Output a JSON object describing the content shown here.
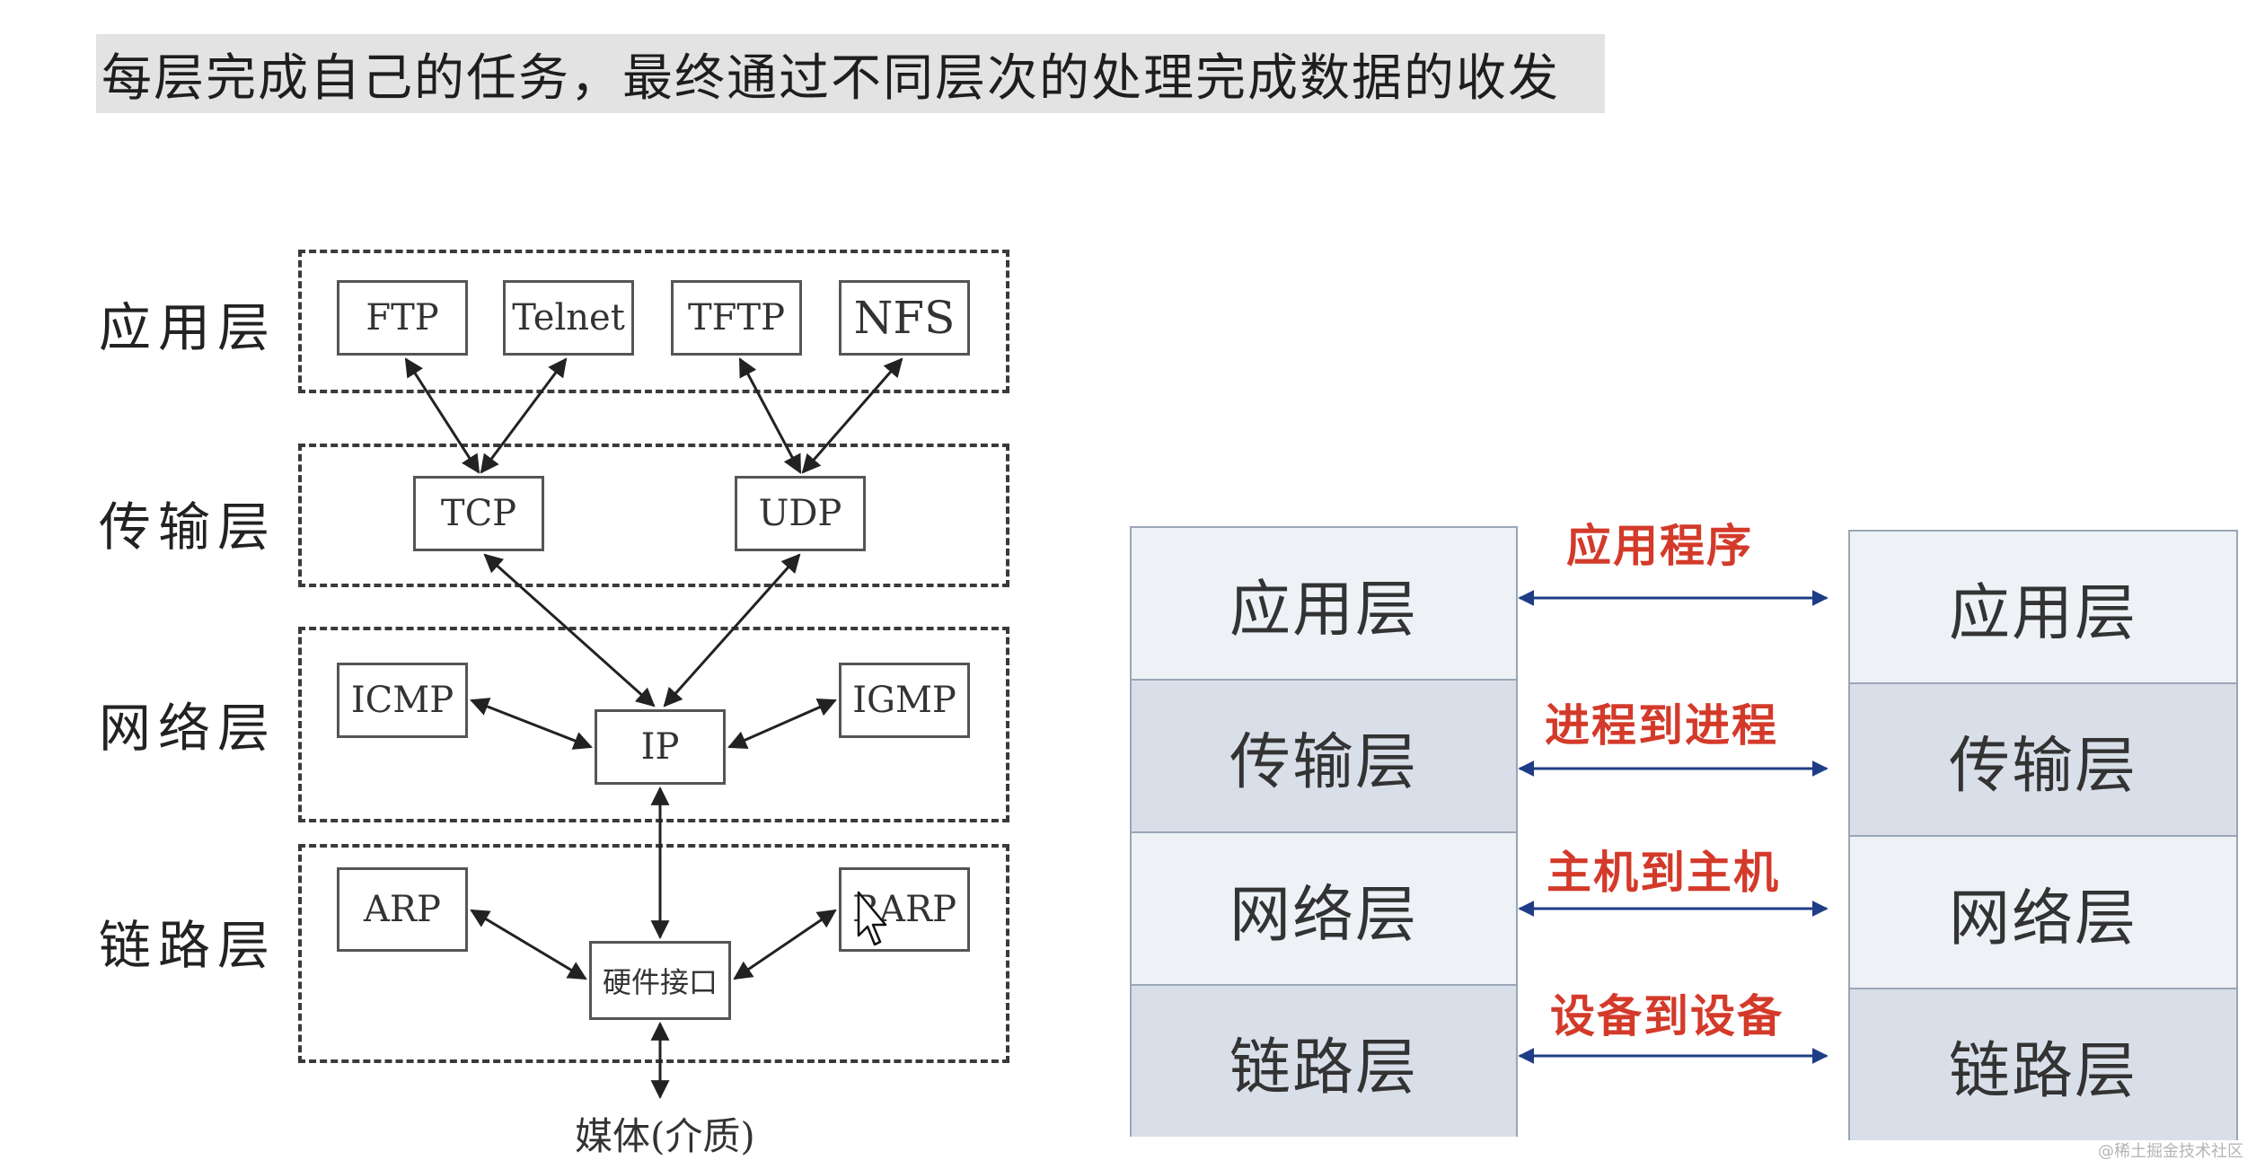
{
  "heading": "每层完成自己的任务，最终通过不同层次的处理完成数据的收发",
  "left_diagram": {
    "layers": [
      {
        "label": "应用层"
      },
      {
        "label": "传输层"
      },
      {
        "label": "网络层"
      },
      {
        "label": "链路层"
      }
    ],
    "protocols": {
      "ftp": "FTP",
      "telnet": "Telnet",
      "tftp": "TFTP",
      "nfs": "NFS",
      "tcp": "TCP",
      "udp": "UDP",
      "icmp": "ICMP",
      "ip": "IP",
      "igmp": "IGMP",
      "arp": "ARP",
      "hw": "硬件接口",
      "rarp": "RARP"
    },
    "medium": "媒体(介质)"
  },
  "right_diagram": {
    "left_stack": [
      "应用层",
      "传输层",
      "网络层",
      "链路层"
    ],
    "right_stack": [
      "应用层",
      "传输层",
      "网络层",
      "链路层"
    ],
    "links": [
      "应用程序",
      "进程到进程",
      "主机到主机",
      "设备到设备"
    ]
  },
  "colors": {
    "link_label": "#d33a2a",
    "link_arrow": "#1f3d86",
    "cell_light": "#eef1f6",
    "cell_dark": "#d9dfe9",
    "heading_bg": "#e3e3e3"
  },
  "watermark": "@稀土掘金技术社区"
}
